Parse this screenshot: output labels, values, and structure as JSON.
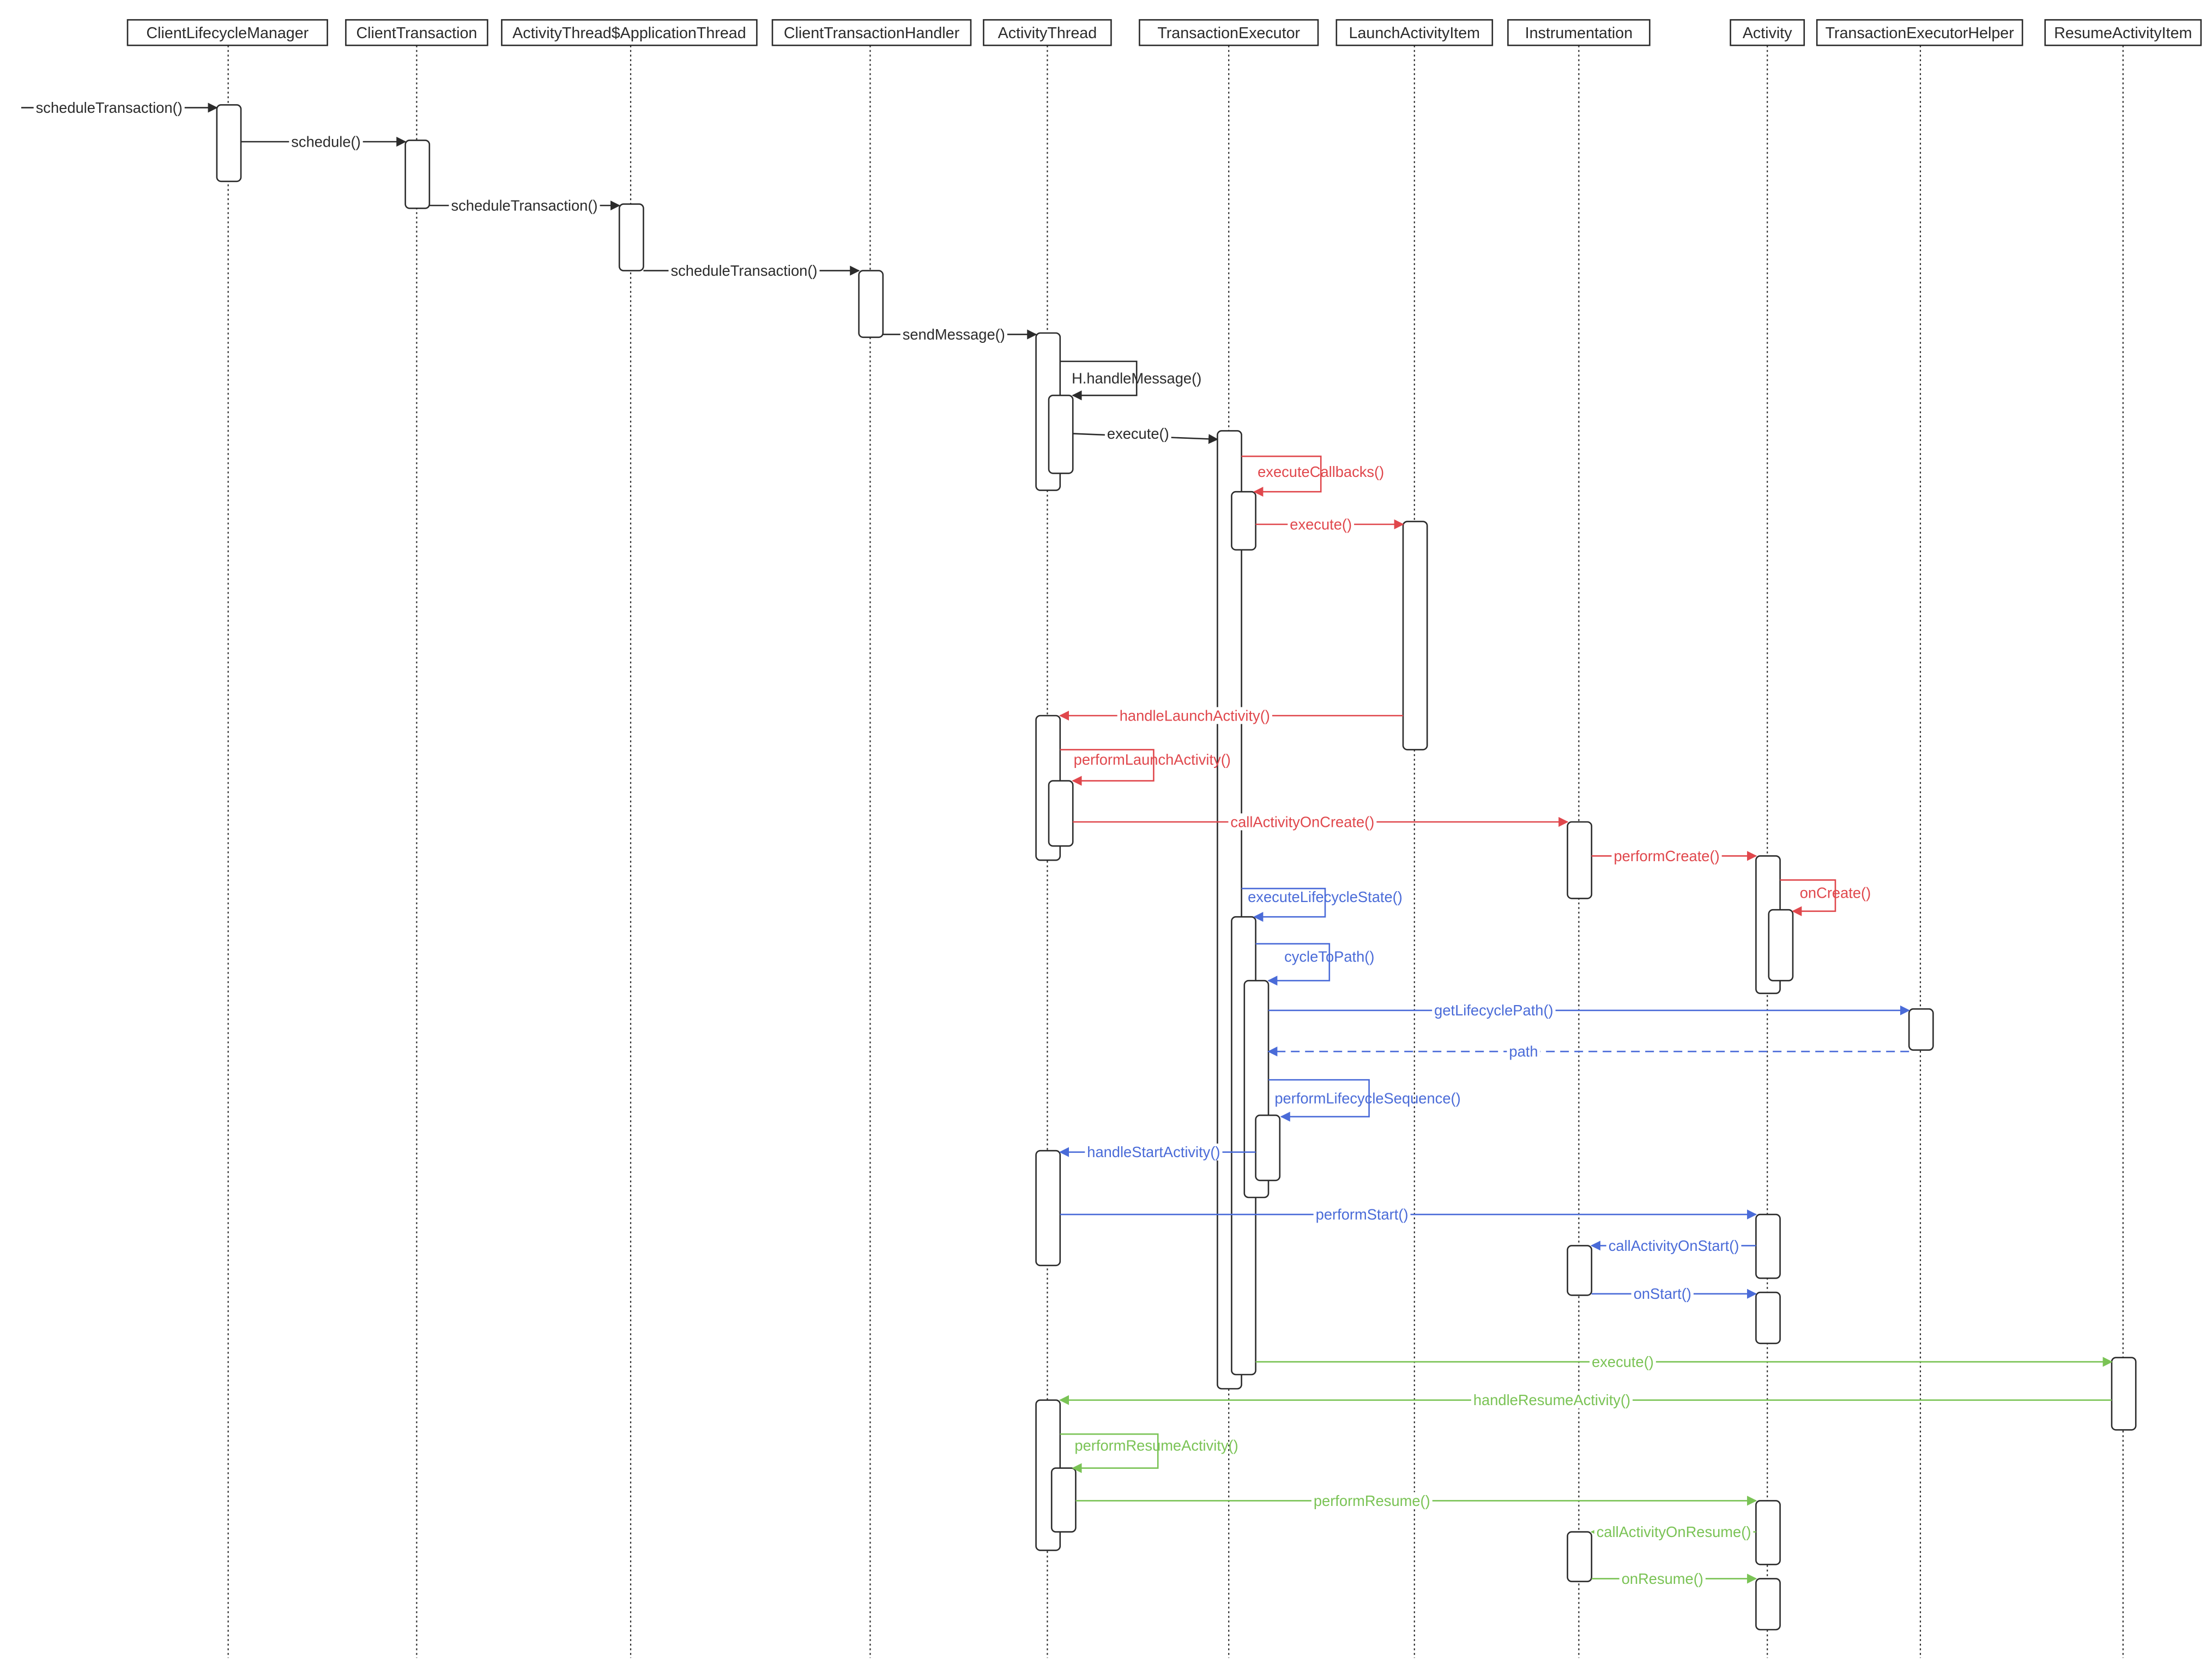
{
  "colors": {
    "ink": "#2b2b2b",
    "red": "#e0474c",
    "blue": "#4a6bd8",
    "green": "#7ac355",
    "box_fill": "#ffffff"
  },
  "participants": [
    {
      "id": "clm",
      "label": "ClientLifecycleManager"
    },
    {
      "id": "ct",
      "label": "ClientTransaction"
    },
    {
      "id": "atapp",
      "label": "ActivityThread$ApplicationThread"
    },
    {
      "id": "cth",
      "label": "ClientTransactionHandler"
    },
    {
      "id": "at",
      "label": "ActivityThread"
    },
    {
      "id": "te",
      "label": "TransactionExecutor"
    },
    {
      "id": "lai",
      "label": "LaunchActivityItem"
    },
    {
      "id": "inst",
      "label": "Instrumentation"
    },
    {
      "id": "act",
      "label": "Activity"
    },
    {
      "id": "teh",
      "label": "TransactionExecutorHelper"
    },
    {
      "id": "rai",
      "label": "ResumeActivityItem"
    }
  ],
  "messages": [
    {
      "from": "entry",
      "to": "clm",
      "label": "scheduleTransaction()",
      "color": "ink",
      "kind": "call"
    },
    {
      "from": "clm",
      "to": "ct",
      "label": "schedule()",
      "color": "ink",
      "kind": "call"
    },
    {
      "from": "ct",
      "to": "atapp",
      "label": "scheduleTransaction()",
      "color": "ink",
      "kind": "call"
    },
    {
      "from": "atapp",
      "to": "cth",
      "label": "scheduleTransaction()",
      "color": "ink",
      "kind": "call"
    },
    {
      "from": "cth",
      "to": "at",
      "label": "sendMessage()",
      "color": "ink",
      "kind": "call"
    },
    {
      "from": "at",
      "to": "at",
      "label": "H.handleMessage()",
      "color": "ink",
      "kind": "self"
    },
    {
      "from": "at",
      "to": "te",
      "label": "execute()",
      "color": "ink",
      "kind": "call"
    },
    {
      "from": "te",
      "to": "te",
      "label": "executeCallbacks()",
      "color": "red",
      "kind": "self"
    },
    {
      "from": "te",
      "to": "lai",
      "label": "execute()",
      "color": "red",
      "kind": "call"
    },
    {
      "from": "lai",
      "to": "at",
      "label": "handleLaunchActivity()",
      "color": "red",
      "kind": "call"
    },
    {
      "from": "at",
      "to": "at",
      "label": "performLaunchActivity()",
      "color": "red",
      "kind": "self"
    },
    {
      "from": "at",
      "to": "inst",
      "label": "callActivityOnCreate()",
      "color": "red",
      "kind": "call"
    },
    {
      "from": "inst",
      "to": "act",
      "label": "performCreate()",
      "color": "red",
      "kind": "call"
    },
    {
      "from": "act",
      "to": "act",
      "label": "onCreate()",
      "color": "red",
      "kind": "self"
    },
    {
      "from": "te",
      "to": "te",
      "label": "executeLifecycleState()",
      "color": "blue",
      "kind": "self"
    },
    {
      "from": "te",
      "to": "te",
      "label": "cycleToPath()",
      "color": "blue",
      "kind": "self"
    },
    {
      "from": "te",
      "to": "teh",
      "label": "getLifecyclePath()",
      "color": "blue",
      "kind": "call"
    },
    {
      "from": "teh",
      "to": "te",
      "label": "path",
      "color": "blue",
      "kind": "return"
    },
    {
      "from": "te",
      "to": "te",
      "label": "performLifecycleSequence()",
      "color": "blue",
      "kind": "self"
    },
    {
      "from": "te",
      "to": "at",
      "label": "handleStartActivity()",
      "color": "blue",
      "kind": "call"
    },
    {
      "from": "at",
      "to": "act",
      "label": "performStart()",
      "color": "blue",
      "kind": "call"
    },
    {
      "from": "act",
      "to": "inst",
      "label": "callActivityOnStart()",
      "color": "blue",
      "kind": "call"
    },
    {
      "from": "inst",
      "to": "act",
      "label": "onStart()",
      "color": "blue",
      "kind": "call"
    },
    {
      "from": "te",
      "to": "rai",
      "label": "execute()",
      "color": "green",
      "kind": "call"
    },
    {
      "from": "rai",
      "to": "at",
      "label": "handleResumeActivity()",
      "color": "green",
      "kind": "call"
    },
    {
      "from": "at",
      "to": "at",
      "label": "performResumeActivity()",
      "color": "green",
      "kind": "self"
    },
    {
      "from": "at",
      "to": "act",
      "label": "performResume()",
      "color": "green",
      "kind": "call"
    },
    {
      "from": "act",
      "to": "inst",
      "label": "callActivityOnResume()",
      "color": "green",
      "kind": "call"
    },
    {
      "from": "inst",
      "to": "act",
      "label": "onResume()",
      "color": "green",
      "kind": "call"
    }
  ]
}
